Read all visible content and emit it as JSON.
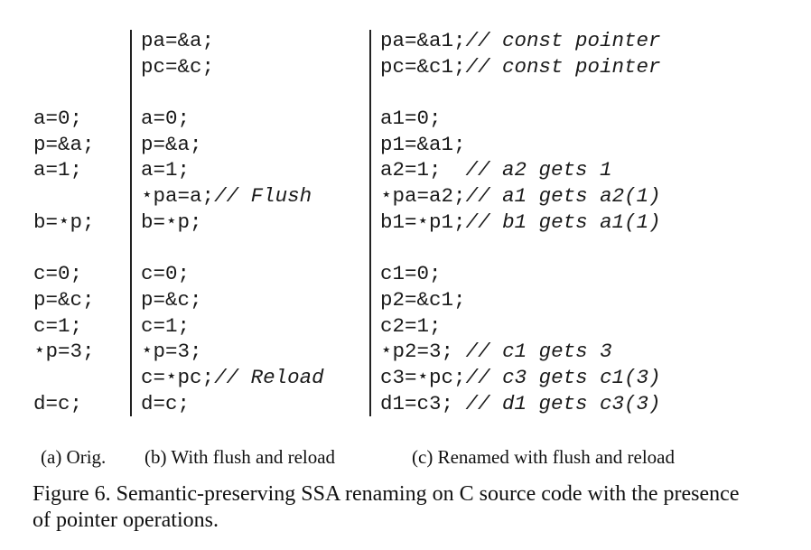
{
  "figure": {
    "column_a": {
      "lines": [
        {
          "code": "",
          "comment": ""
        },
        {
          "code": "",
          "comment": ""
        },
        {
          "code": "",
          "comment": ""
        },
        {
          "code": "a=0;",
          "comment": ""
        },
        {
          "code": "p=&a;",
          "comment": ""
        },
        {
          "code": "a=1;",
          "comment": ""
        },
        {
          "code": "",
          "comment": ""
        },
        {
          "code": "b=⋆p;",
          "comment": ""
        },
        {
          "code": "",
          "comment": ""
        },
        {
          "code": "c=0;",
          "comment": ""
        },
        {
          "code": "p=&c;",
          "comment": ""
        },
        {
          "code": "c=1;",
          "comment": ""
        },
        {
          "code": "⋆p=3;",
          "comment": ""
        },
        {
          "code": "",
          "comment": ""
        },
        {
          "code": "d=c;",
          "comment": ""
        }
      ]
    },
    "column_b": {
      "lines": [
        {
          "code": "pa=&a;",
          "comment": ""
        },
        {
          "code": "pc=&c;",
          "comment": ""
        },
        {
          "code": "",
          "comment": ""
        },
        {
          "code": "a=0;",
          "comment": ""
        },
        {
          "code": "p=&a;",
          "comment": ""
        },
        {
          "code": "a=1;",
          "comment": ""
        },
        {
          "code": "⋆pa=a;",
          "comment": "// Flush"
        },
        {
          "code": "b=⋆p;",
          "comment": ""
        },
        {
          "code": "",
          "comment": ""
        },
        {
          "code": "c=0;",
          "comment": ""
        },
        {
          "code": "p=&c;",
          "comment": ""
        },
        {
          "code": "c=1;",
          "comment": ""
        },
        {
          "code": "⋆p=3;",
          "comment": ""
        },
        {
          "code": "c=⋆pc;",
          "comment": "// Reload"
        },
        {
          "code": "d=c;",
          "comment": ""
        }
      ]
    },
    "column_c": {
      "lines": [
        {
          "code": "pa=&a1;",
          "comment": "// const pointer"
        },
        {
          "code": "pc=&c1;",
          "comment": "// const pointer"
        },
        {
          "code": "",
          "comment": ""
        },
        {
          "code": "a1=0;",
          "comment": ""
        },
        {
          "code": "p1=&a1;",
          "comment": ""
        },
        {
          "code": "a2=1;  ",
          "comment": "// a2 gets 1"
        },
        {
          "code": "⋆pa=a2;",
          "comment": "// a1 gets a2(1)"
        },
        {
          "code": "b1=⋆p1;",
          "comment": "// b1 gets a1(1)"
        },
        {
          "code": "",
          "comment": ""
        },
        {
          "code": "c1=0;",
          "comment": ""
        },
        {
          "code": "p2=&c1;",
          "comment": ""
        },
        {
          "code": "c2=1;",
          "comment": ""
        },
        {
          "code": "⋆p2=3; ",
          "comment": "// c1 gets 3"
        },
        {
          "code": "c3=⋆pc;",
          "comment": "// c3 gets c1(3)"
        },
        {
          "code": "d1=c3; ",
          "comment": "// d1 gets c3(3)"
        }
      ]
    },
    "subcaptions": {
      "a": "(a) Orig.",
      "b": "(b) With flush and reload",
      "c": "(c) Renamed with flush and reload"
    },
    "caption": "Figure 6. Semantic-preserving SSA renaming on C source code with the presence of pointer operations."
  }
}
